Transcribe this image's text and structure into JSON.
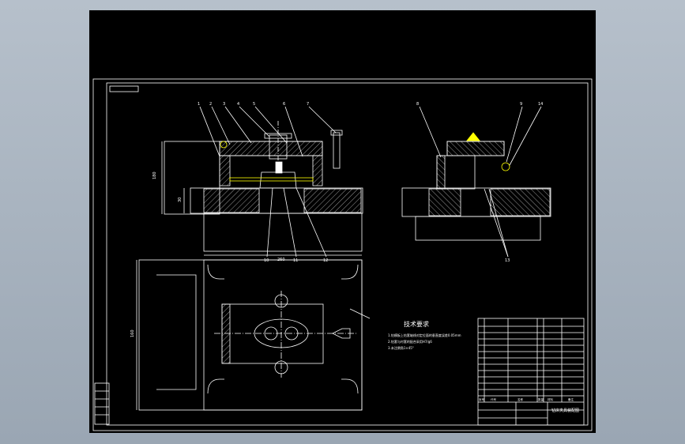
{
  "colors": {
    "background": "#000000",
    "outline": "#ffffff",
    "highlight": "#ffff00",
    "viewer": "#a9b4c0"
  },
  "tech_requirements": {
    "title": "技术要求",
    "items": [
      "1.钻模板上钻套轴线对定位面的垂直度误差0.05mm",
      "2.钻套与衬套的配合采用H7/g6",
      "3.未注倒角1×45°"
    ]
  },
  "title_block": {
    "drawing_name": "钻床夹具装配图",
    "table_headers": [
      "序号",
      "代号",
      "名称",
      "数量",
      "材料",
      "备注"
    ]
  },
  "part_callouts": {
    "front_view_top": [
      "1",
      "2",
      "3",
      "4",
      "5",
      "6",
      "7"
    ],
    "front_view_bottom": [
      "10",
      "11",
      "12"
    ],
    "side_view": [
      "8",
      "9",
      "14",
      "13"
    ]
  },
  "dimensions": {
    "front_height": "180",
    "front_width": "260",
    "plan_height": "160",
    "base_height": "30"
  }
}
